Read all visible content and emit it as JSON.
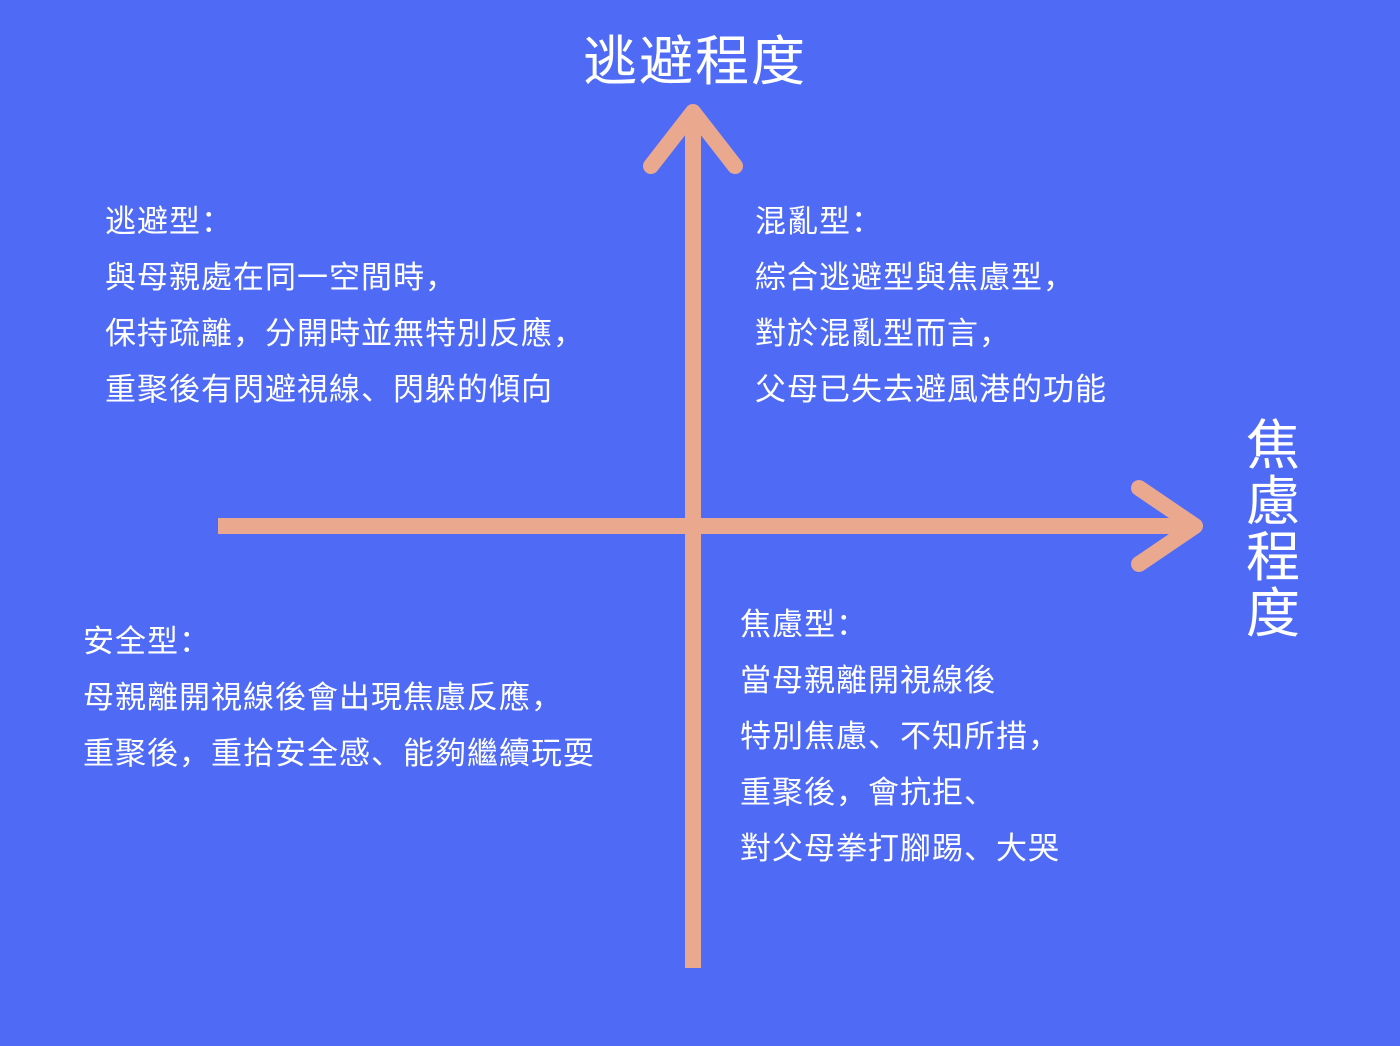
{
  "colors": {
    "background": "#4f6bf5",
    "axis": "#eaa98f",
    "text": "#ffffff"
  },
  "axes": {
    "vertical_label": "逃避程度",
    "horizontal_label": "焦慮程度"
  },
  "quadrants": {
    "top_left": {
      "title": "逃避型：",
      "lines": [
        "與母親處在同一空間時，",
        "保持疏離，分開時並無特別反應，",
        "重聚後有閃避視線、閃躲的傾向"
      ]
    },
    "top_right": {
      "title": "混亂型：",
      "lines": [
        "綜合逃避型與焦慮型，",
        "對於混亂型而言，",
        "父母已失去避風港的功能"
      ]
    },
    "bottom_left": {
      "title": "安全型：",
      "lines": [
        "母親離開視線後會出現焦慮反應，",
        "重聚後，重拾安全感、能夠繼續玩耍"
      ]
    },
    "bottom_right": {
      "title": "焦慮型：",
      "lines": [
        "當母親離開視線後",
        "特別焦慮、不知所措，",
        "重聚後，會抗拒、",
        "對父母拳打腳踢、大哭"
      ]
    }
  }
}
